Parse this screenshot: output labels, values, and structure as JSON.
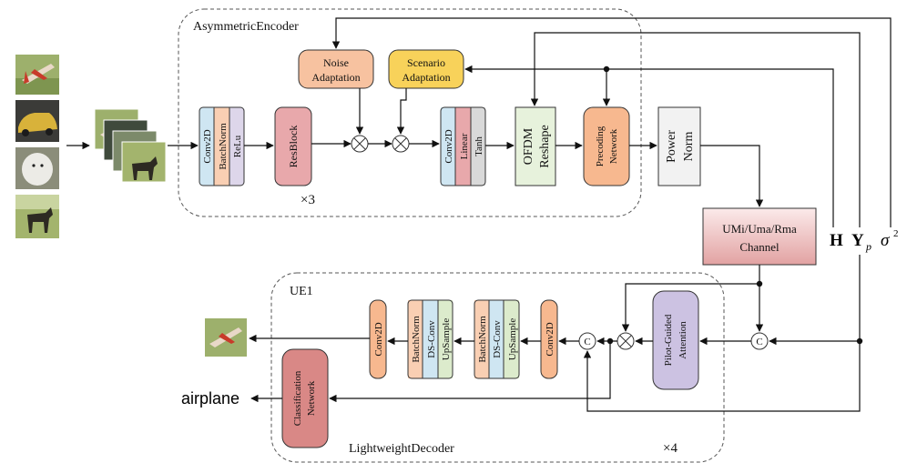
{
  "encoder": {
    "title": "AsymmetricEncoder",
    "noise": [
      "Noise",
      "Adaptation"
    ],
    "scenario": [
      "Scenario",
      "Adaptation"
    ],
    "conv_stack": [
      "Conv2D",
      "BatchNorm",
      "ReLu"
    ],
    "resblock": "ResBlock",
    "repeat": "×3",
    "lin_stack": [
      "Conv2D",
      "Linear",
      "Tanh"
    ],
    "ofdm": [
      "OFDM",
      "Reshape"
    ],
    "precoding": [
      "Precoding",
      "Network"
    ],
    "power": [
      "Power",
      "Norm"
    ]
  },
  "channel": [
    "UMi/Uma/Rma",
    "Channel"
  ],
  "side_inputs": {
    "H": "H",
    "Y": "Y",
    "Y_sub": "p",
    "sigma": "σ",
    "sigma_sup": "2"
  },
  "decoder": {
    "ue": "UE1",
    "title": "LightweightDecoder",
    "repeat": "×4",
    "attention": [
      "Pilot-Guided",
      "Attention"
    ],
    "conv_a": "Conv2D",
    "stack_a": [
      "BatchNorm",
      "DS-Conv",
      "UpSample"
    ],
    "stack_b": [
      "BatchNorm",
      "DS-Conv",
      "UpSample"
    ],
    "conv_out": "Conv2D",
    "classification": [
      "Classification",
      "Network"
    ],
    "output_label": "airplane",
    "concat_symbol": "C"
  },
  "colors": {
    "blue": "#cfe6f2",
    "peach": "#f9cfb3",
    "lavender": "#ddd6ea",
    "resblock": "#e8a8ab",
    "noise": "#f7c2a0",
    "scenario": "#f8d25a",
    "ofdm": "#e7f2dc",
    "precoding": "#f7b88f",
    "power": "#f2f2f2",
    "attention": "#ccc2e2",
    "classification": "#d98886",
    "green": "#dcebcc",
    "linear": "#e8a8ab",
    "gray": "#d9d9d9"
  },
  "images": [
    "airplane-thumbnail",
    "car-thumbnail",
    "dog-thumbnail",
    "horse-thumbnail",
    "reconstructed-airplane"
  ]
}
